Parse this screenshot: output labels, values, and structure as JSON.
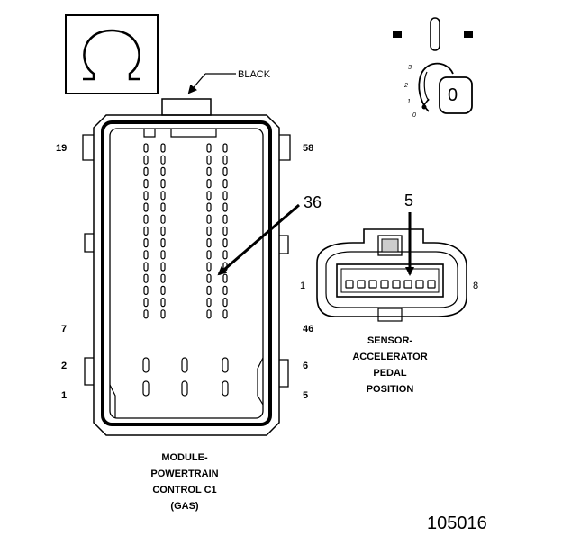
{
  "symbols": {
    "ohmmeter": "omega-icon",
    "ignition": "ignition-key-icon"
  },
  "ignition_positions": [
    "3",
    "2",
    "1",
    "0"
  ],
  "ignition_key_label": "0",
  "colors": {
    "line": "#000000",
    "background": "#ffffff"
  },
  "connector_c1": {
    "color_label": "BLACK",
    "pin_labels": {
      "top_left": "19",
      "top_right": "58",
      "mid_left": "7",
      "mid_right": "46",
      "lower_left_2": "2",
      "lower_right_6": "6",
      "bottom_left": "1",
      "bottom_right": "5"
    },
    "callout_pin": "36",
    "caption": [
      "MODULE-",
      "POWERTRAIN",
      "CONTROL C1",
      "(GAS)"
    ]
  },
  "connector_app": {
    "callout_pin": "5",
    "pin_left": "1",
    "pin_right": "8",
    "caption": [
      "SENSOR-",
      "ACCELERATOR",
      "PEDAL",
      "POSITION"
    ]
  },
  "figure_number": "105016"
}
